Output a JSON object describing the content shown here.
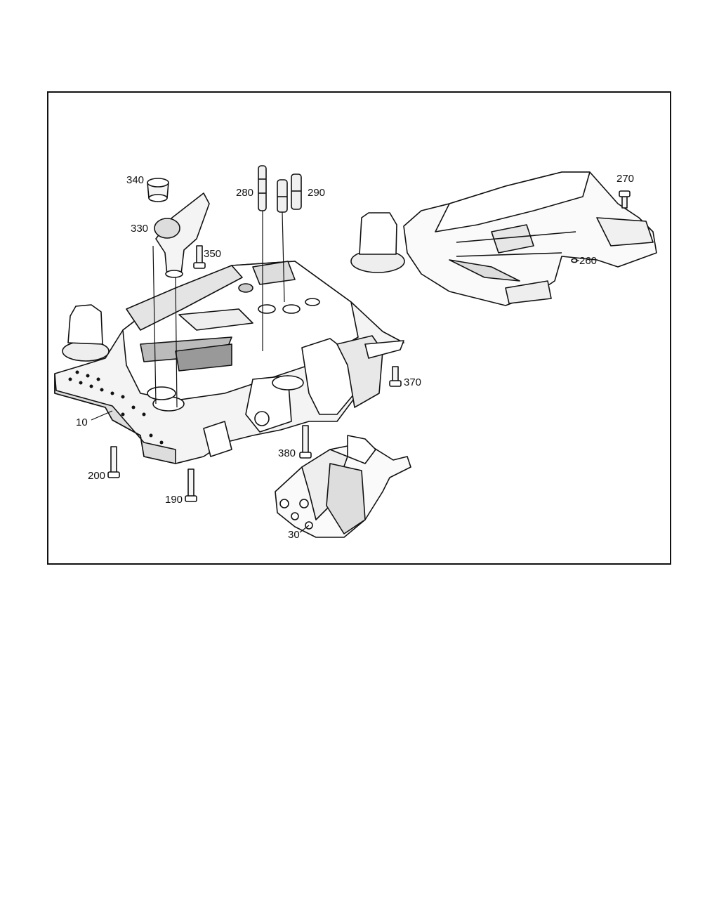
{
  "labels": {
    "p340": "340",
    "p330": "330",
    "p350": "350",
    "p280": "280",
    "p290": "290",
    "p270": "270",
    "p260": "260",
    "p370": "370",
    "p10": "10",
    "p380": "380",
    "p200": "200",
    "p190": "190",
    "p30": "30"
  },
  "colors": {
    "line": "#111111",
    "fill": "#ffffff",
    "shade": "#d8d8d8"
  }
}
